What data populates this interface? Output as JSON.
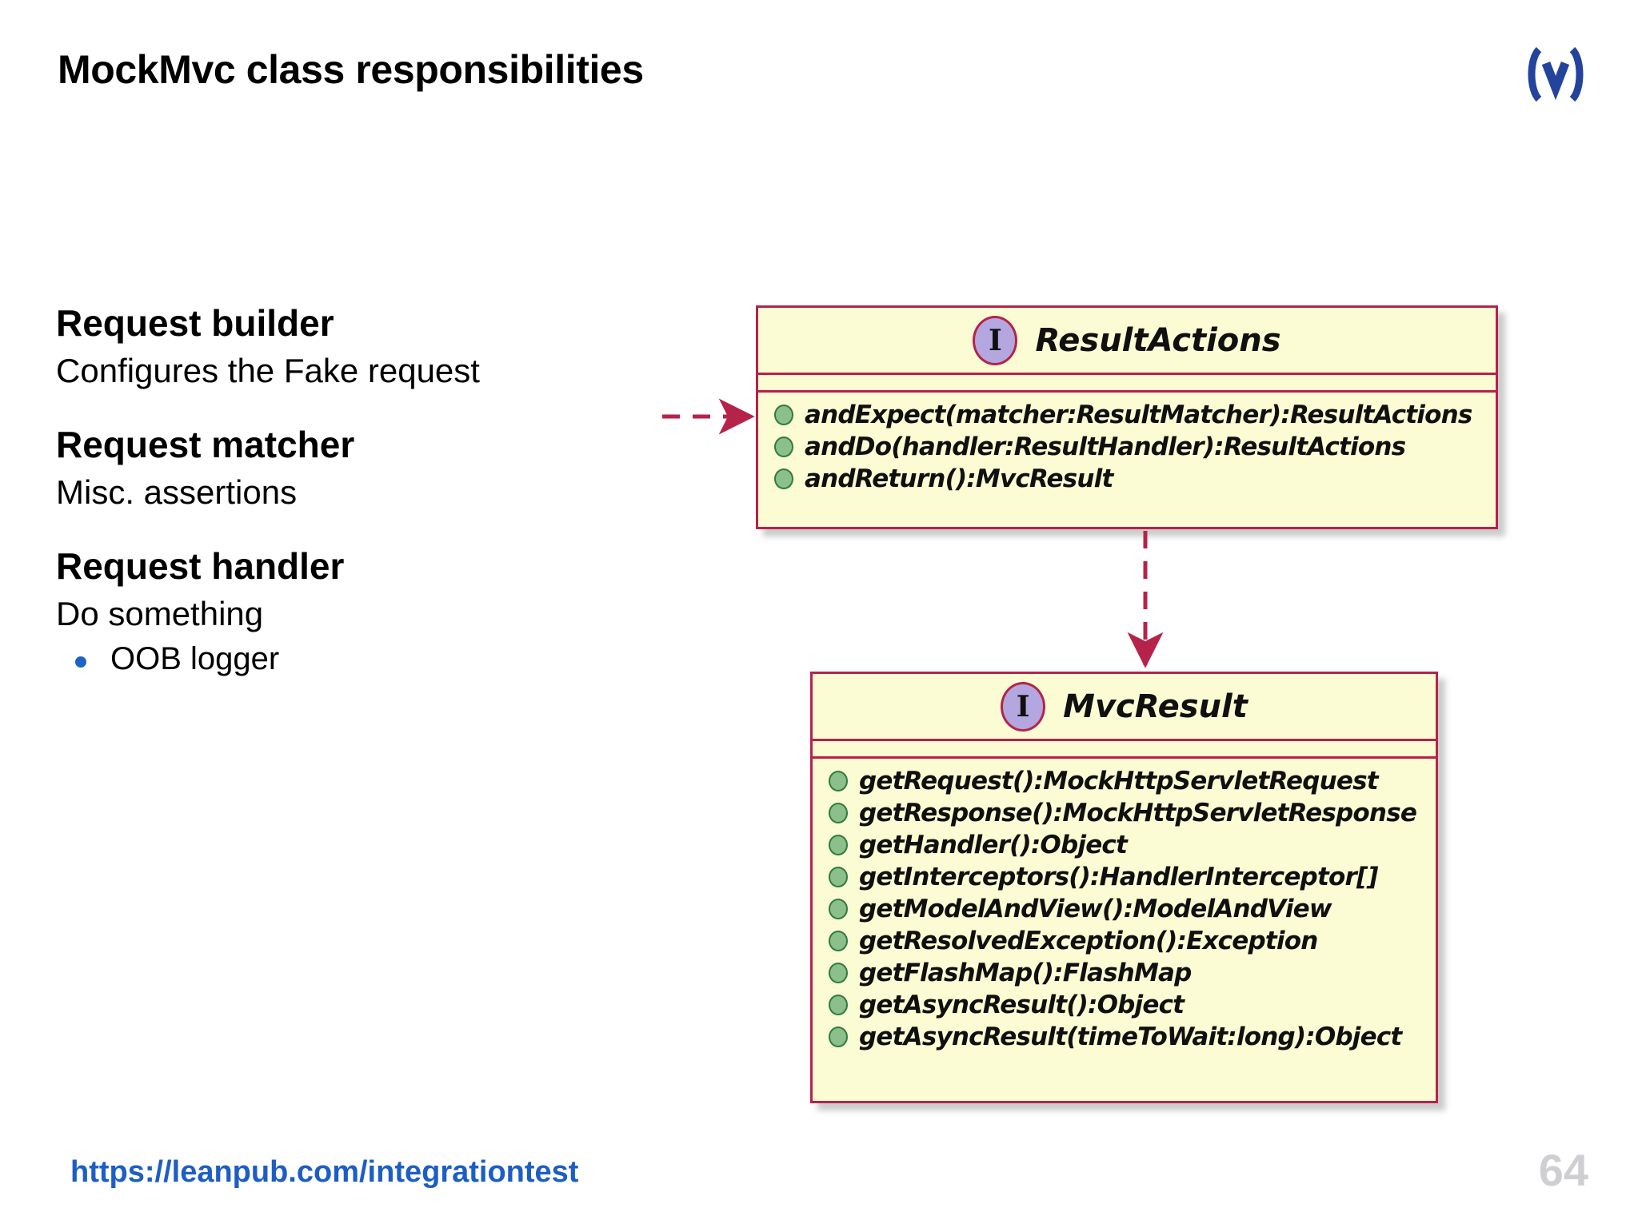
{
  "slide": {
    "title": "MockMvc class responsibilities",
    "page_number": "64",
    "footer_link": "https://leanpub.com/integrationtest",
    "background_color": "#ffffff"
  },
  "logo": {
    "name": "paren-v-logo",
    "text": "(V)",
    "color": "#23439c"
  },
  "colors": {
    "uml_border": "#b5234a",
    "uml_fill": "#fcfcd4",
    "interface_icon_fill": "#b4a7e0",
    "member_dot_fill": "#8bc08b",
    "member_dot_border": "#2f7a3f",
    "link_blue": "#1d5ec4",
    "bullet_blue": "#1d63c4",
    "page_number_gray": "#cfcfd3",
    "connector": "#b5234a"
  },
  "left_column": {
    "sections": [
      {
        "heading": "Request builder",
        "detail": "Configures the Fake request",
        "bullets": []
      },
      {
        "heading": "Request matcher",
        "detail": "Misc. assertions",
        "bullets": []
      },
      {
        "heading": "Request handler",
        "detail": "Do something",
        "bullets": [
          "OOB logger"
        ]
      }
    ]
  },
  "diagram": {
    "type": "uml-class-diagram",
    "classes": [
      {
        "name": "ResultActions",
        "stereotype": "interface",
        "icon": "interface-icon-I",
        "attributes": [],
        "methods": [
          "andExpect(matcher:ResultMatcher):ResultActions",
          "andDo(handler:ResultHandler):ResultActions",
          "andReturn():MvcResult"
        ]
      },
      {
        "name": "MvcResult",
        "stereotype": "interface",
        "icon": "interface-icon-I",
        "attributes": [],
        "methods": [
          "getRequest():MockHttpServletRequest",
          "getResponse():MockHttpServletResponse",
          "getHandler():Object",
          "getInterceptors():HandlerInterceptor[]",
          "getModelAndView():ModelAndView",
          "getResolvedException():Exception",
          "getFlashMap():FlashMap",
          "getAsyncResult():Object",
          "getAsyncResult(timeToWait:long):Object"
        ]
      }
    ],
    "connectors": [
      {
        "name": "incoming-dashed-arrow",
        "style": "dashed",
        "direction": "right",
        "from": "",
        "to": "ResultActions"
      },
      {
        "name": "resultactions-to-mvcresult",
        "style": "dashed",
        "direction": "down",
        "from": "ResultActions",
        "to": "MvcResult"
      }
    ]
  }
}
